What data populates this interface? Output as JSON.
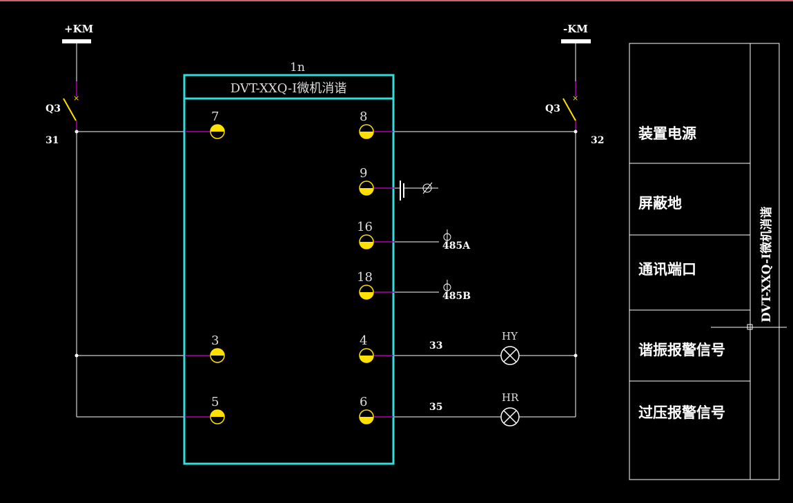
{
  "power": {
    "pos_label": "+KM",
    "neg_label": "-KM"
  },
  "switches": {
    "left_label": "Q3",
    "right_label": "Q3"
  },
  "wires": {
    "left_node": "31",
    "right_node": "32",
    "hy_wire": "33",
    "hr_wire": "35"
  },
  "device": {
    "ref": "1n",
    "title": "DVT-XXQ-I微机消谐",
    "terminals": [
      "7",
      "8",
      "9",
      "16",
      "18",
      "3",
      "4",
      "5",
      "6"
    ]
  },
  "comm": {
    "a_label": "485A",
    "b_label": "485B"
  },
  "lamps": {
    "hy_label": "HY",
    "hr_label": "HR"
  },
  "legend": {
    "rows": [
      "装置电源",
      "屏蔽地",
      "通讯端口",
      "谐振报警信号",
      "过压报警信号"
    ],
    "side_title": "DVT-XXQ-I微机消谐"
  },
  "colors": {
    "background": "#000000",
    "device_frame": "#35dcdc",
    "terminal_fill": "#ffe000",
    "terminal_link": "#b000b0",
    "wire": "#ffffff"
  }
}
